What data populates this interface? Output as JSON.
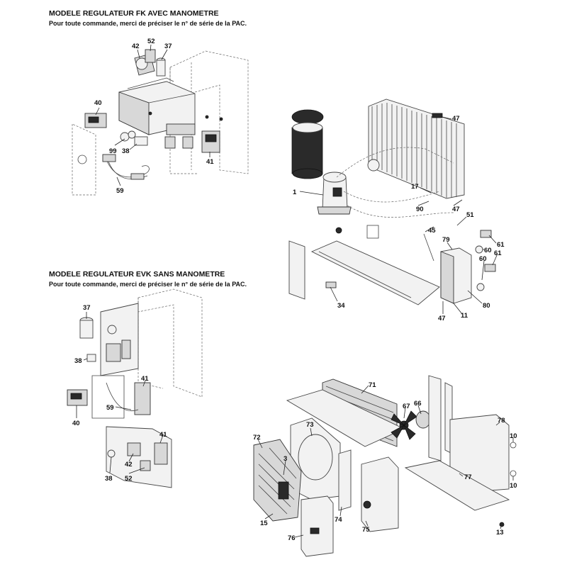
{
  "sections": {
    "fk": {
      "title": "MODELE REGULATEUR FK AVEC MANOMETRE",
      "subtitle": "Pour toute commande, merci de préciser le n° de série de la PAC."
    },
    "evk": {
      "title": "MODELE REGULATEUR EVK SANS MANOMETRE",
      "subtitle": "Pour toute commande, merci de préciser le n° de série de la PAC."
    }
  },
  "callouts": {
    "fk_42": "42",
    "fk_52": "52",
    "fk_37": "37",
    "fk_40": "40",
    "fk_99": "99",
    "fk_38": "38",
    "fk_41": "41",
    "fk_59": "59",
    "main_47a": "47",
    "main_1": "1",
    "main_17": "17",
    "main_90": "90",
    "main_47b": "47",
    "main_51": "51",
    "main_45": "45",
    "main_79": "79",
    "main_61a": "61",
    "main_60a": "60",
    "main_61b": "61",
    "main_60b": "60",
    "main_34": "34",
    "main_80": "80",
    "main_47c": "47",
    "main_11": "11",
    "evk_37": "37",
    "evk_38": "38",
    "evk_41a": "41",
    "evk_59": "59",
    "evk_40": "40",
    "evk_41b": "41",
    "evk_38b": "38",
    "evk_42": "42",
    "evk_52": "52",
    "bot_71": "71",
    "bot_67": "67",
    "bot_66": "66",
    "bot_78": "78",
    "bot_72": "72",
    "bot_73": "73",
    "bot_3": "3",
    "bot_10a": "10",
    "bot_77": "77",
    "bot_10b": "10",
    "bot_15": "15",
    "bot_74": "74",
    "bot_75": "75",
    "bot_76": "76",
    "bot_13": "13"
  }
}
